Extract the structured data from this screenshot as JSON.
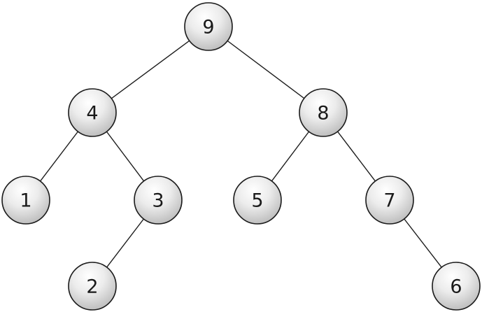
{
  "tree": {
    "nodes": [
      {
        "id": "n9",
        "label": "9"
      },
      {
        "id": "n4",
        "label": "4"
      },
      {
        "id": "n8",
        "label": "8"
      },
      {
        "id": "n1",
        "label": "1"
      },
      {
        "id": "n3",
        "label": "3"
      },
      {
        "id": "n5",
        "label": "5"
      },
      {
        "id": "n7",
        "label": "7"
      },
      {
        "id": "n2",
        "label": "2"
      },
      {
        "id": "n6",
        "label": "6"
      }
    ],
    "edges": [
      {
        "from": "n9",
        "to": "n4"
      },
      {
        "from": "n9",
        "to": "n8"
      },
      {
        "from": "n4",
        "to": "n1"
      },
      {
        "from": "n4",
        "to": "n3"
      },
      {
        "from": "n8",
        "to": "n5"
      },
      {
        "from": "n8",
        "to": "n7"
      },
      {
        "from": "n3",
        "to": "n2"
      },
      {
        "from": "n7",
        "to": "n6"
      }
    ]
  }
}
